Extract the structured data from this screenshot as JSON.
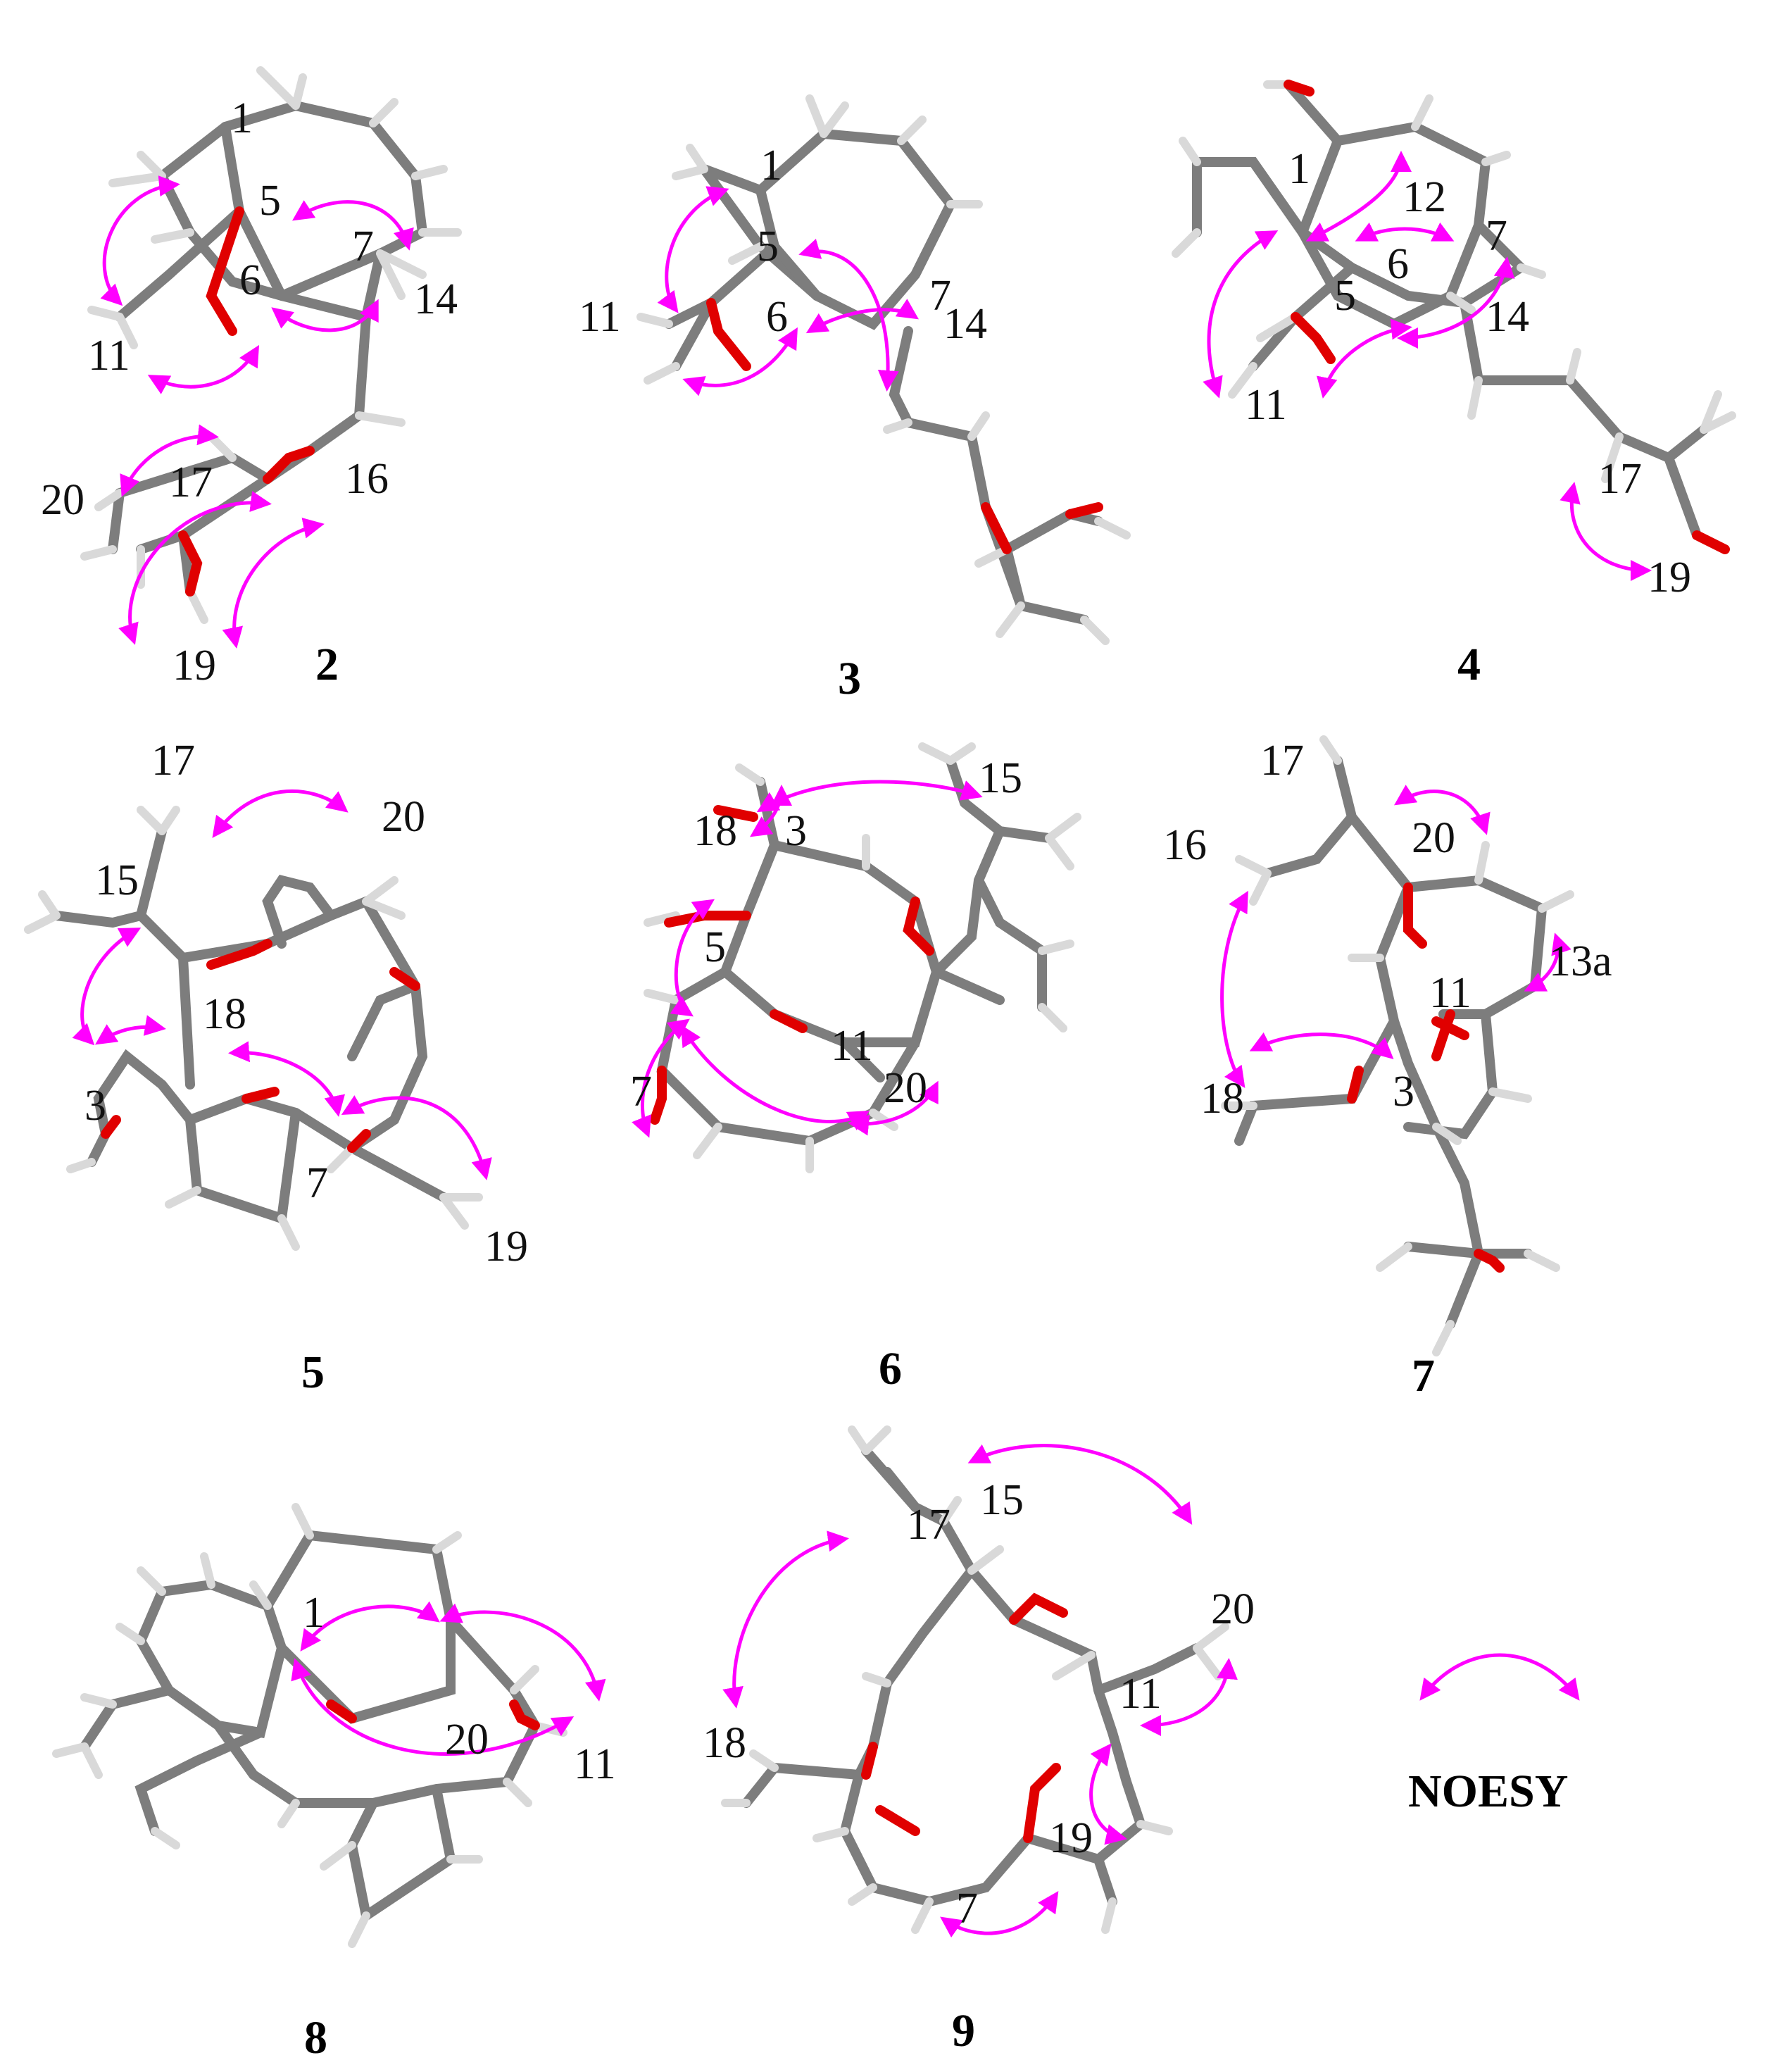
{
  "figure": {
    "compounds": [
      {
        "id": "2",
        "atoms": [
          "1",
          "5",
          "7",
          "6",
          "14",
          "11",
          "20",
          "17",
          "16",
          "19"
        ]
      },
      {
        "id": "3",
        "atoms": [
          "1",
          "5",
          "7",
          "11",
          "6",
          "14"
        ]
      },
      {
        "id": "4",
        "atoms": [
          "1",
          "12",
          "7",
          "6",
          "5",
          "14",
          "11",
          "17",
          "19"
        ]
      },
      {
        "id": "5",
        "atoms": [
          "17",
          "20",
          "15",
          "18",
          "3",
          "7",
          "19"
        ]
      },
      {
        "id": "6",
        "atoms": [
          "15",
          "18",
          "3",
          "5",
          "11",
          "20",
          "7"
        ]
      },
      {
        "id": "7",
        "atoms": [
          "17",
          "16",
          "20",
          "13a",
          "11",
          "18",
          "3"
        ]
      },
      {
        "id": "8",
        "atoms": [
          "1",
          "20",
          "11"
        ]
      },
      {
        "id": "9",
        "atoms": [
          "15",
          "17",
          "20",
          "11",
          "18",
          "19",
          "7"
        ]
      }
    ],
    "legend": {
      "label": "NOESY"
    },
    "colors": {
      "noesy_arrow": "#ff00ff",
      "carbon_bond": "#7d7d7d",
      "oxygen_bond": "#e00000",
      "hydrogen_bond": "#d9d9d9"
    }
  }
}
